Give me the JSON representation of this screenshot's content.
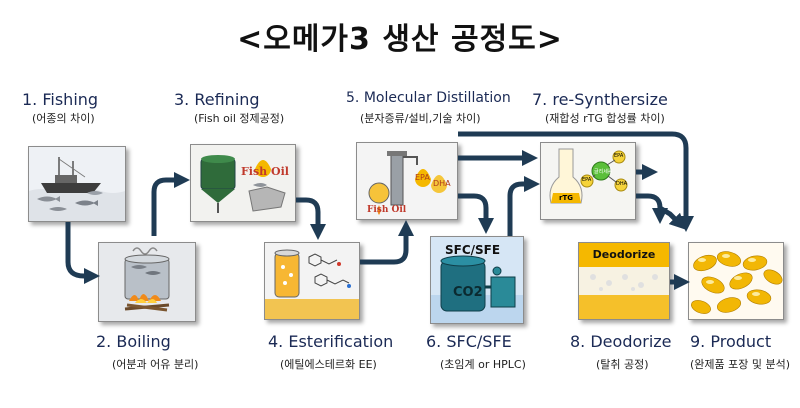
{
  "title": "<오메가3 생산 공정도>",
  "colors": {
    "arrow": "#1f3b54",
    "label": "#1b2a55",
    "oil": "#f5b800",
    "tank": "#2d7b8a"
  },
  "steps": [
    {
      "number": "1.",
      "name": "Fishing",
      "sub": "(어종의 차이)"
    },
    {
      "number": "2.",
      "name": "Boiling",
      "sub": "(어분과 어유 분리)"
    },
    {
      "number": "3.",
      "name": "Refining",
      "sub": "(Fish oil 정제공정)"
    },
    {
      "number": "4.",
      "name": "Esterification",
      "sub": "(에틸에스테르화 EE)"
    },
    {
      "number": "5.",
      "name": "Molecular Distillation",
      "sub": "(분자증류/설비,기술 차이)"
    },
    {
      "number": "6.",
      "name": "SFC/SFE",
      "sub": "(초임계 or HPLC)"
    },
    {
      "number": "7.",
      "name": "re-Synthersize",
      "sub": "(재합성 rTG 합성률 차이)"
    },
    {
      "number": "8.",
      "name": "Deodorize",
      "sub": "(탈취 공정)"
    },
    {
      "number": "9.",
      "name": "Product",
      "sub": "(완제품 포장 및 분석)"
    }
  ],
  "card_labels": {
    "refining_oil": "Fish Oil",
    "distill_epa": "EPA",
    "distill_dha": "DHA",
    "distill_oil": "Fish Oil",
    "sfc_label": "SFC/SFE",
    "sfc_co2": "CO2",
    "resyn_epa": "EPA",
    "resyn_center": "글리세롤",
    "resyn_dha": "DHA",
    "resyn_epa2": "EPA",
    "resyn_tank": "rTG",
    "deodorize": "Deodorize"
  }
}
